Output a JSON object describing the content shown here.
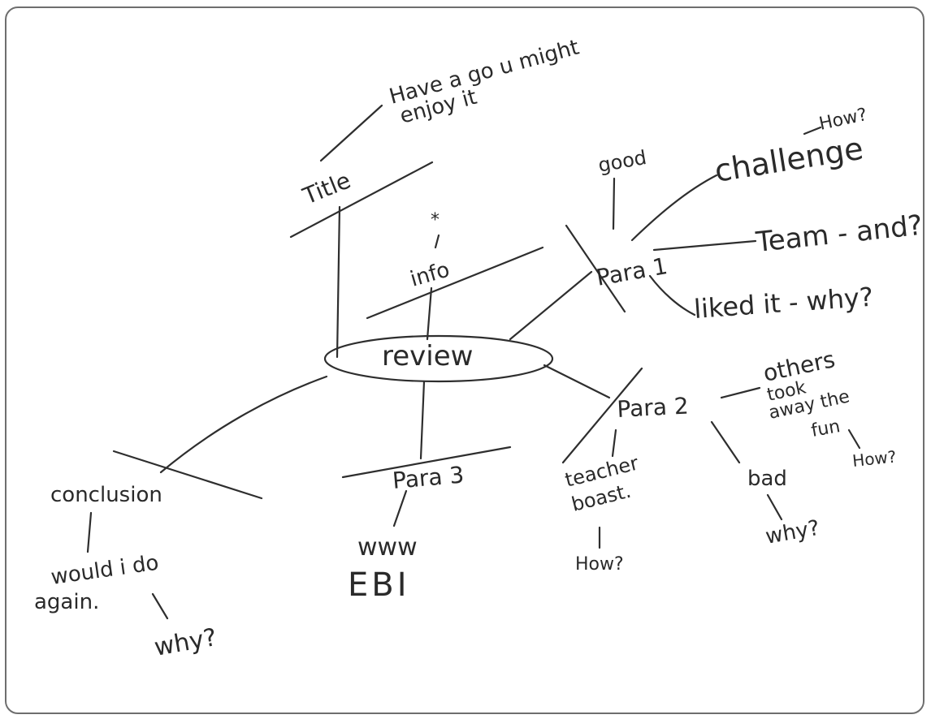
{
  "center": "review",
  "branches": {
    "title": {
      "label": "Title",
      "note": "Have a go u might",
      "note2": "enjoy it"
    },
    "info": {
      "label": "info",
      "mark": "*"
    },
    "para1": {
      "label": "Para 1",
      "good": "good",
      "challenge": "challenge",
      "challenge_q": "How?",
      "team": "Team - and?",
      "liked": "liked it - why?"
    },
    "para2": {
      "label": "Para 2",
      "others1": "others",
      "others2": "took",
      "others3": "away the",
      "others4": "fun",
      "others_q": "How?",
      "bad": "bad",
      "bad_q": "why?",
      "teacher1": "teacher",
      "teacher2": "boast.",
      "teacher_q": "How?"
    },
    "para3": {
      "label": "Para 3",
      "www": "www",
      "ebi": "EBI"
    },
    "conclusion": {
      "label": "conclusion",
      "again1": "would i do",
      "again2": "again.",
      "again_q": "why?"
    }
  }
}
